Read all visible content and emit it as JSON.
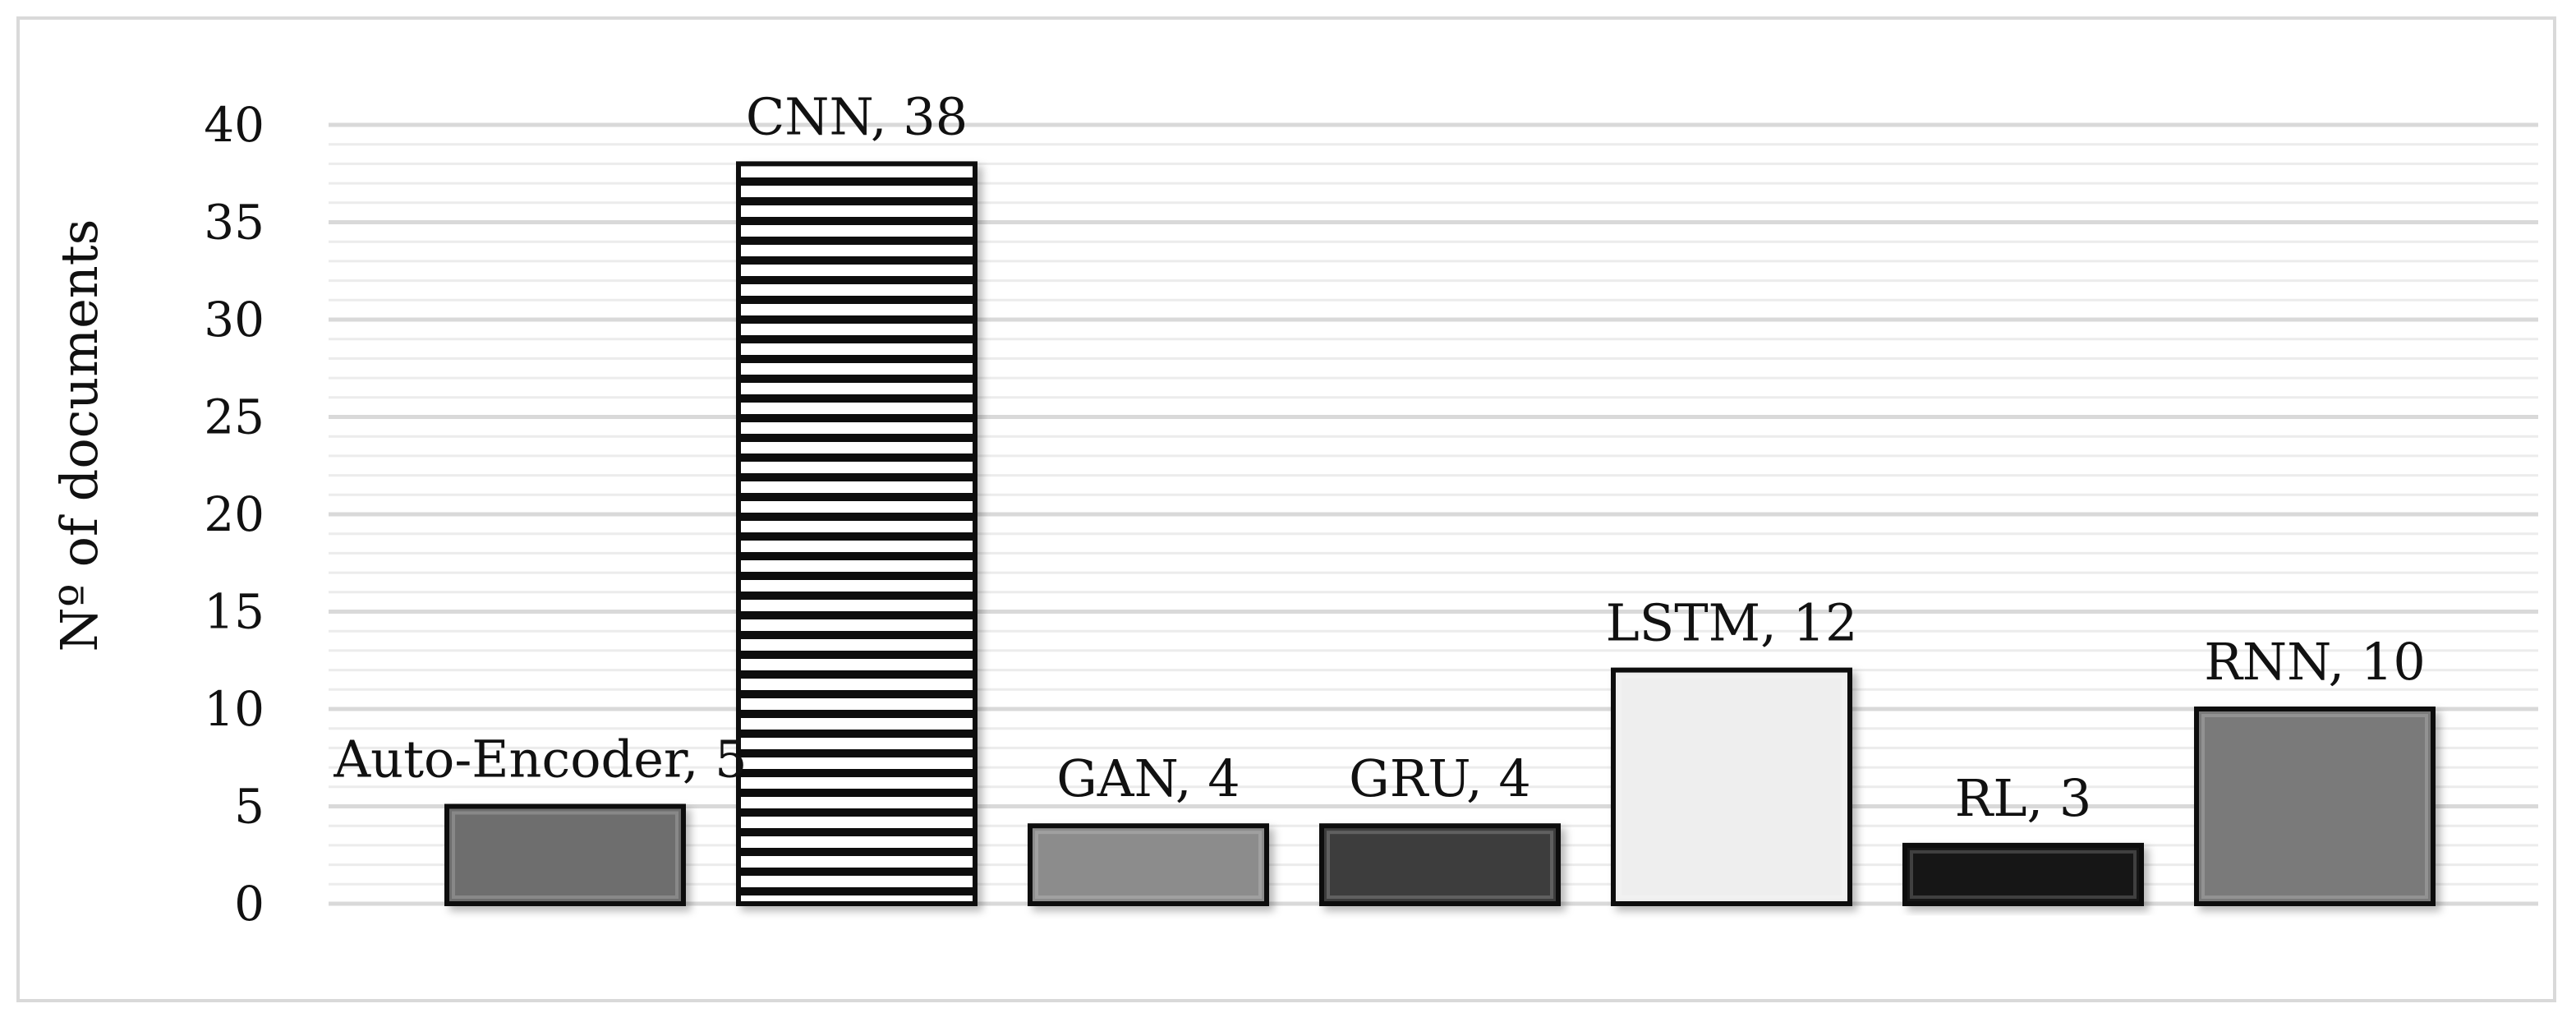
{
  "chart_data": {
    "type": "bar",
    "title": "",
    "xlabel": "",
    "ylabel": "Nº of documents",
    "ylim": [
      0,
      40
    ],
    "yticks": [
      0,
      5,
      10,
      15,
      20,
      25,
      30,
      35,
      40
    ],
    "grid": true,
    "legend": "none",
    "categories": [
      "Auto-Encoder",
      "CNN",
      "GAN",
      "GRU",
      "LSTM",
      "RL",
      "RNN"
    ],
    "values": [
      5,
      38,
      4,
      4,
      12,
      3,
      10
    ],
    "data_labels": [
      "Auto-Encoder, 5",
      "CNN, 38",
      "GAN, 4",
      "GRU, 4",
      "LSTM, 12",
      "RL, 3",
      "RNN, 10"
    ],
    "bar_styles": [
      {
        "fill": "#6e6e6e",
        "pattern": "solid"
      },
      {
        "fill": "#ffffff",
        "pattern": "horizontal-stripes",
        "stripe_color": "#111111"
      },
      {
        "fill": "#8c8c8c",
        "pattern": "solid"
      },
      {
        "fill": "#3c3c3c",
        "pattern": "solid"
      },
      {
        "fill": "#eeeeee",
        "pattern": "solid"
      },
      {
        "fill": "#141414",
        "pattern": "solid"
      },
      {
        "fill": "#7a7a7a",
        "pattern": "solid"
      }
    ],
    "colors": {
      "gridline_major": "#d9d9d9",
      "gridline_minor": "#ececec",
      "bar_outline": "#111111",
      "frame": "#d9d9d9"
    }
  }
}
